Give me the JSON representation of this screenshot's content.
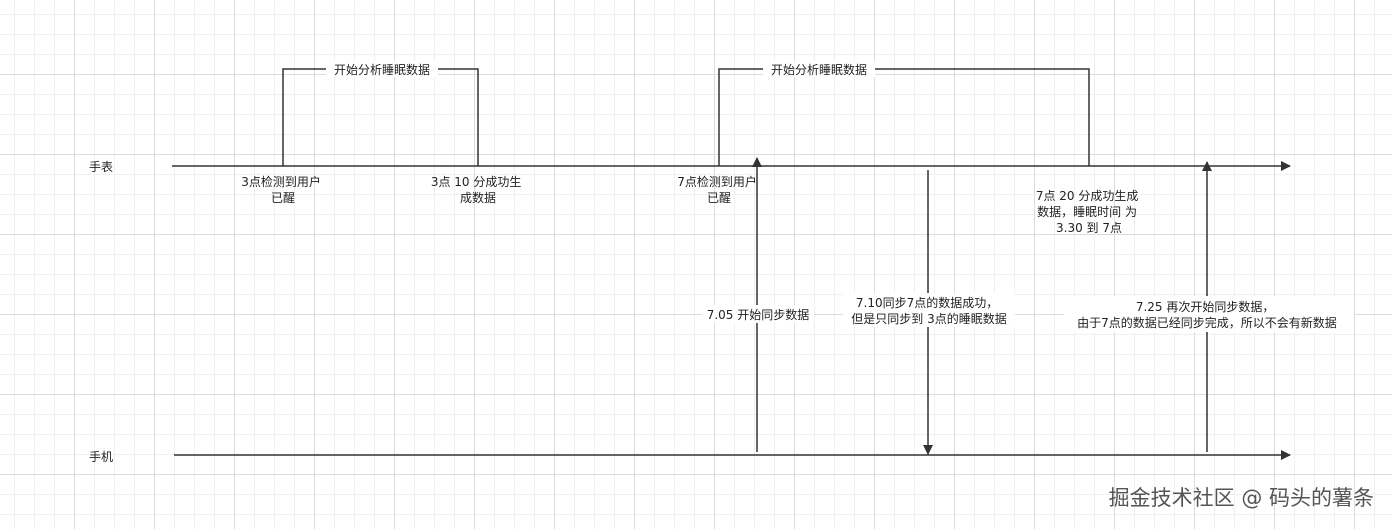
{
  "lanes": {
    "watch": "手表",
    "phone": "手机"
  },
  "brackets": {
    "first": "开始分析睡眠数据",
    "second": "开始分析睡眠数据"
  },
  "events": {
    "e1": [
      "3点检测到用户",
      "已醒"
    ],
    "e2": [
      "3点 10 分成功生",
      "成数据"
    ],
    "e3": [
      "7点检测到用户",
      "已醒"
    ],
    "e4": [
      "7点 20 分成功生成",
      "数据，睡眠时间 为",
      "3.30 到 7点"
    ]
  },
  "sync": {
    "s1": [
      "7.05 开始同步数据"
    ],
    "s2": [
      "7.10同步7点的数据成功，",
      "但是只同步到 3点的睡眠数据"
    ],
    "s3": [
      "7.25 再次开始同步数据，",
      "由于7点的数据已经同步完成，所以不会有新数据"
    ]
  },
  "watermark": "掘金技术社区 @ 码头的薯条",
  "colors": {
    "line": "#333333",
    "text": "#222222"
  }
}
